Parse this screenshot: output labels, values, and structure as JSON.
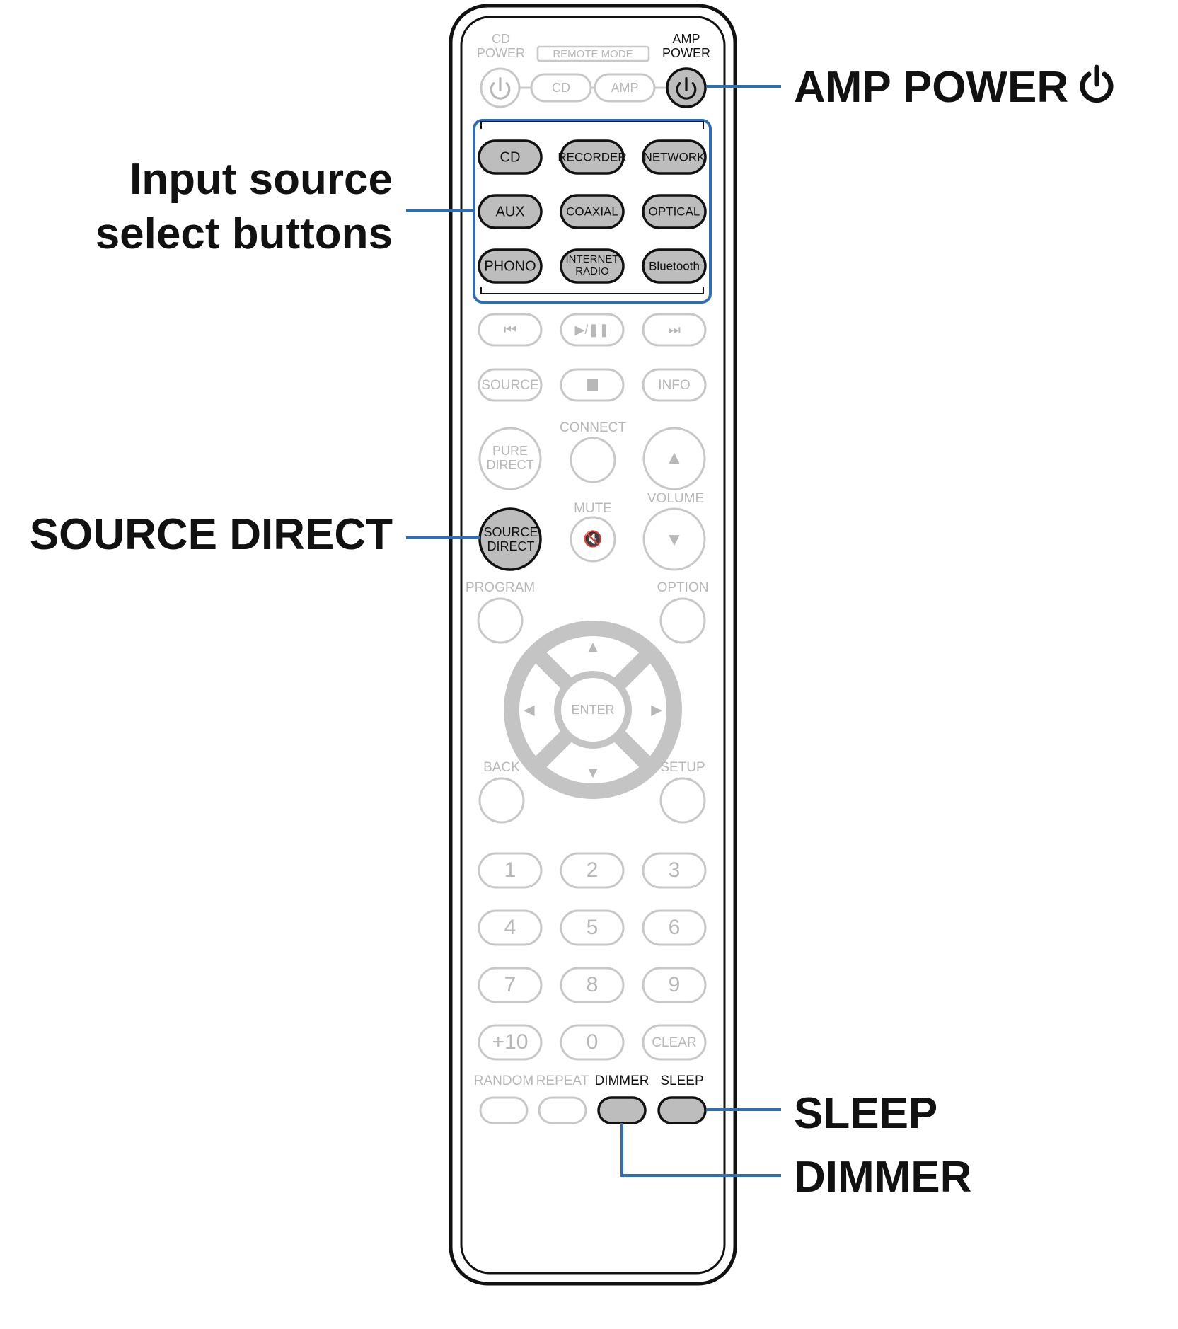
{
  "callouts": {
    "amp_power": "AMP POWER",
    "input_source_line1": "Input source",
    "input_source_line2": "select buttons",
    "source_direct": "SOURCE DIRECT",
    "sleep": "SLEEP",
    "dimmer": "DIMMER"
  },
  "remote": {
    "top_labels": {
      "cd_power": [
        "CD",
        "POWER"
      ],
      "remote_mode": "REMOTE MODE",
      "amp_power": [
        "AMP",
        "POWER"
      ]
    },
    "mode_buttons": {
      "cd": "CD",
      "amp": "AMP"
    },
    "input_buttons": [
      [
        "CD",
        "RECORDER",
        "NETWORK"
      ],
      [
        "AUX",
        "COAXIAL",
        "OPTICAL"
      ],
      [
        "PHONO",
        "INTERNET RADIO",
        "Bluetooth"
      ]
    ],
    "row_source": {
      "source": "SOURCE",
      "info": "INFO"
    },
    "labels": {
      "connect": "CONNECT",
      "pure_direct": "PURE DIRECT",
      "source_direct": "SOURCE DIRECT",
      "mute": "MUTE",
      "volume": "VOLUME",
      "program": "PROGRAM",
      "option": "OPTION",
      "enter": "ENTER",
      "back": "BACK",
      "setup": "SETUP"
    },
    "number_keys": [
      [
        "1",
        "2",
        "3"
      ],
      [
        "4",
        "5",
        "6"
      ],
      [
        "7",
        "8",
        "9"
      ],
      [
        "+10",
        "0",
        "CLEAR"
      ]
    ],
    "bottom_labels": [
      "RANDOM",
      "REPEAT",
      "DIMMER",
      "SLEEP"
    ]
  },
  "colors": {
    "highlight_blue": "#2f6db5",
    "active_fill": "#bdbdbd",
    "inactive_stroke": "#c8c8c8",
    "inactive_text": "#b8b8b8",
    "outline": "#111111"
  }
}
